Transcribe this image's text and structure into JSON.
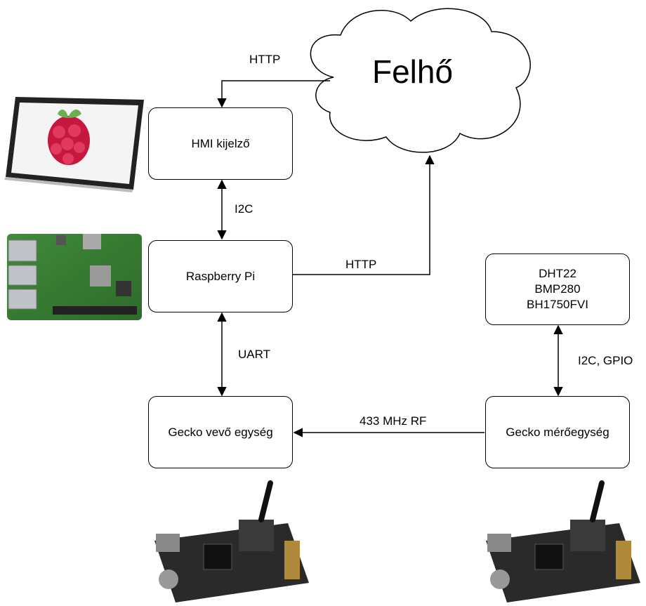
{
  "nodes": {
    "cloud": "Felhő",
    "hmi": "HMI kijelző",
    "rpi": "Raspberry Pi",
    "sensors": [
      "DHT22",
      "BMP280",
      "BH1750FVI"
    ],
    "gecko_rx": "Gecko vevő egység",
    "gecko_tx": "Gecko mérőegység"
  },
  "edges": {
    "cloud_hmi": "HTTP",
    "hmi_rpi": "I2C",
    "rpi_cloud": "HTTP",
    "rpi_gecko": "UART",
    "sensor_gecko": "I2C, GPIO",
    "rf_link": "433 MHz RF"
  },
  "images": [
    "tablet-raspberry-display",
    "raspberry-pi-board",
    "gecko-board-receiver",
    "gecko-board-transmitter"
  ]
}
